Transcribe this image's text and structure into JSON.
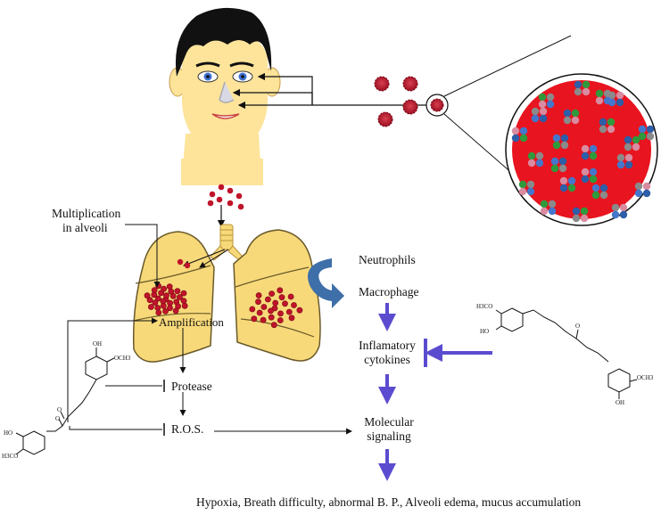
{
  "labels": {
    "multiplication_line1": "Multiplication",
    "multiplication_line2": "in alveoli",
    "amplification": "Amplification",
    "protease": "Protease",
    "ros": "R.O.S.",
    "neutrophils": "Neutrophils",
    "macrophage": "Macrophage",
    "cytokines_line1": "Inflamatory",
    "cytokines_line2": "cytokines",
    "molecular_line1": "Molecular",
    "molecular_line2": "signaling",
    "outcome": "Hypoxia, Breath difficulty, abnormal B. P., Alveoli edema, mucus accumulation"
  },
  "chem_left": {
    "oh_top": "OH",
    "och3_top": "OCH3",
    "ho_left": "HO",
    "h3co_left": "H3CO",
    "o1": "O",
    "o2": "O"
  },
  "chem_right": {
    "h3co": "H3CO",
    "ho": "HO",
    "o": "O",
    "och3": "OCH3",
    "oh": "OH"
  },
  "colors": {
    "arrow_purple": "#5b4ccf",
    "neutrophil_blue": "#3e6fa8",
    "virus_red": "#c0142a",
    "lung_fill": "#f7d97a",
    "face_fill": "#fde49a"
  }
}
